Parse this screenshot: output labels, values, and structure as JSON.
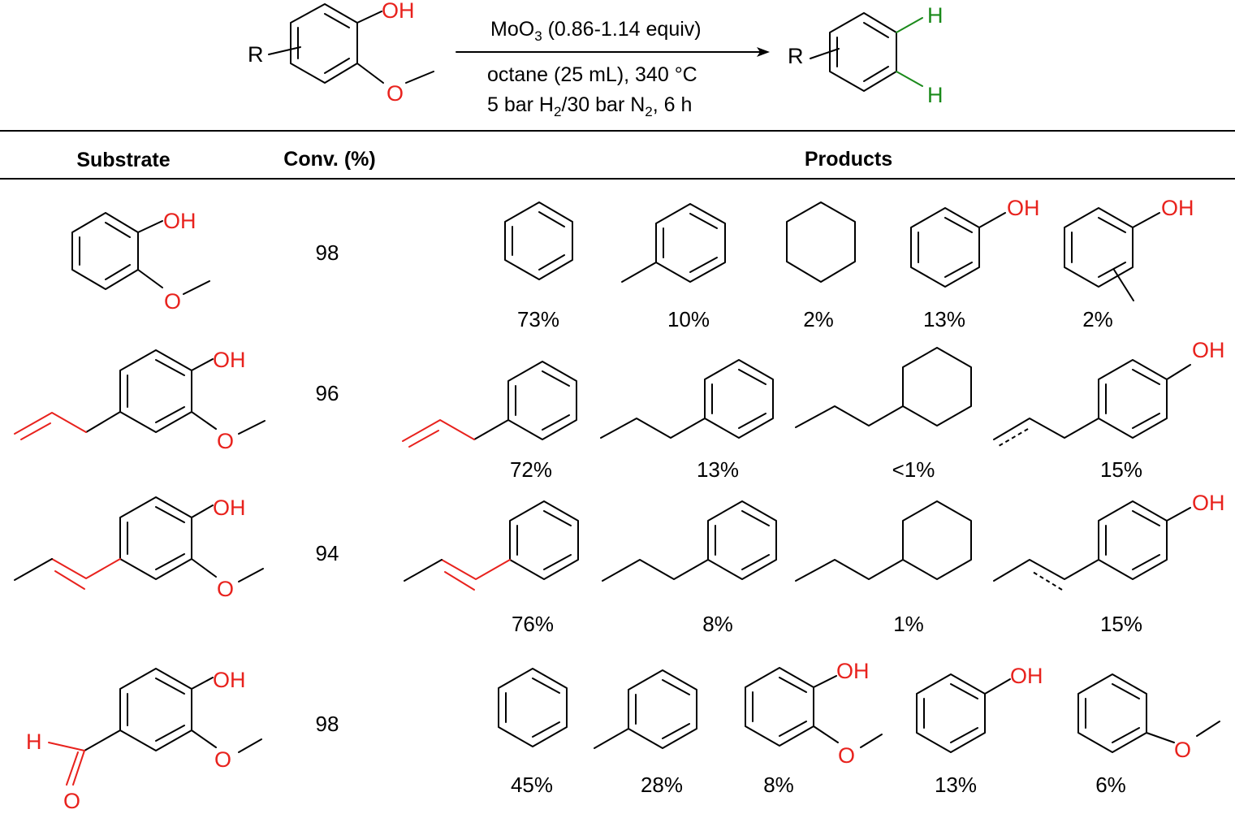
{
  "scheme": {
    "reactant_r": "R",
    "reactant_oh": "OH",
    "reactant_o": "O",
    "reagent_line1_pre": "MoO",
    "reagent_line1_sub": "3",
    "reagent_line1_post": " (0.86-1.14 equiv)",
    "reagent_line2": "octane (25 mL), 340 °C",
    "reagent_line3_a": "5 bar H",
    "reagent_line3_sub1": "2",
    "reagent_line3_b": "/30 bar N",
    "reagent_line3_sub2": "2",
    "reagent_line3_c": ", 6 h",
    "product_r": "R",
    "product_h1": "H",
    "product_h2": "H"
  },
  "table": {
    "headers": {
      "substrate": "Substrate",
      "conversion": "Conv. (%)",
      "products": "Products"
    },
    "rows": [
      {
        "conversion": "98",
        "yields": [
          "73%",
          "10%",
          "2%",
          "13%",
          "2%"
        ]
      },
      {
        "conversion": "96",
        "yields": [
          "72%",
          "13%",
          "<1%",
          "15%"
        ]
      },
      {
        "conversion": "94",
        "yields": [
          "76%",
          "8%",
          "1%",
          "15%"
        ]
      },
      {
        "conversion": "98",
        "yields": [
          "45%",
          "28%",
          "8%",
          "13%",
          "6%"
        ]
      }
    ]
  },
  "atoms": {
    "oh": "OH",
    "o": "O",
    "h": "H"
  },
  "colors": {
    "heteroatom": "#e8221d",
    "hydrogen": "#1a8a1a",
    "bond": "#000000"
  }
}
